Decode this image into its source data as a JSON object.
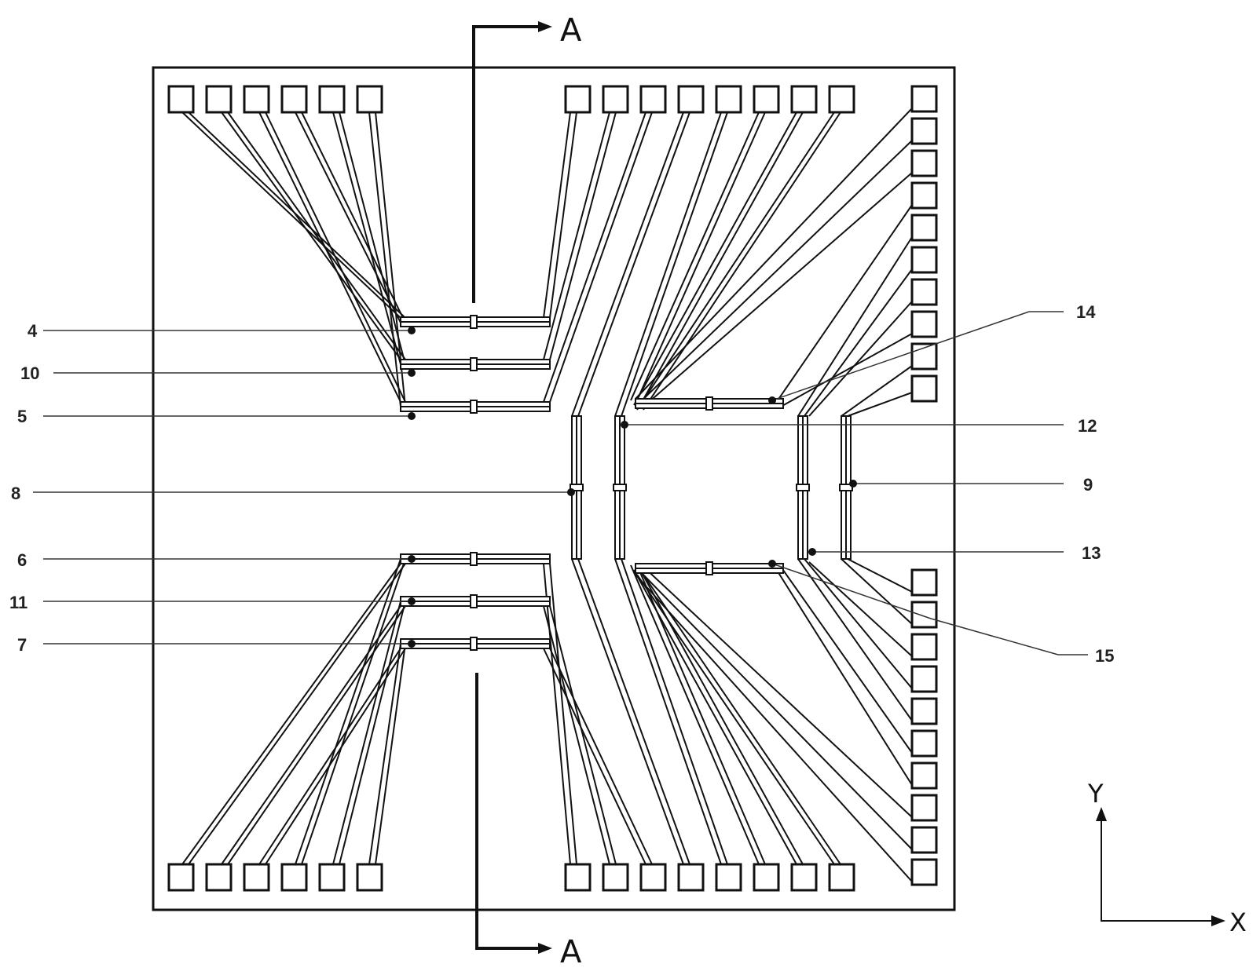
{
  "section_marker": {
    "top": "A",
    "bottom": "A"
  },
  "callouts": {
    "c4": "4",
    "c10": "10",
    "c5": "5",
    "c8": "8",
    "c6": "6",
    "c11": "11",
    "c7": "7",
    "c14": "14",
    "c12": "12",
    "c9": "9",
    "c13": "13",
    "c15": "15"
  },
  "axes": {
    "x": "X",
    "y": "Y"
  },
  "colors": {
    "line": "#111111",
    "background": "#ffffff"
  }
}
